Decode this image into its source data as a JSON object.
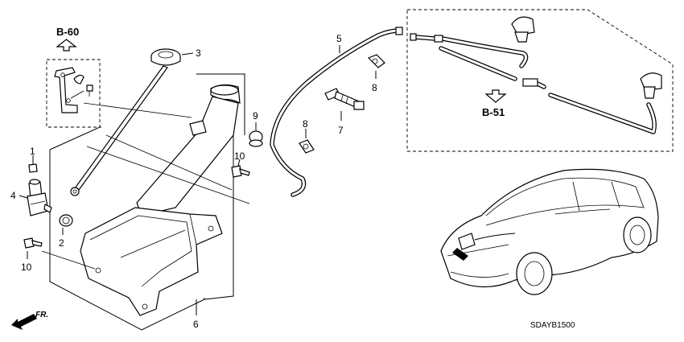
{
  "references": {
    "b60": "B-60",
    "b51": "B-51"
  },
  "callouts": {
    "c1": "1",
    "c2": "2",
    "c3": "3",
    "c4": "4",
    "c5": "5",
    "c6": "6",
    "c7": "7",
    "c8a": "8",
    "c8b": "8",
    "c9": "9",
    "c10a": "10",
    "c10b": "10"
  },
  "front_label": "FR.",
  "diagram_code": "SDAYB1500"
}
